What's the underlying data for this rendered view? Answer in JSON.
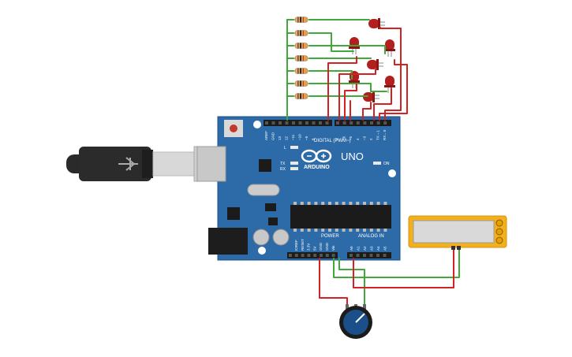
{
  "board": {
    "header_labels": {
      "aref": "AREF",
      "gnd": "GND",
      "p13": "13",
      "p12": "12",
      "p11": "~11",
      "p10": "~10",
      "p9": "~9",
      "p8": "8",
      "p7": "7",
      "p6": "~6",
      "p5": "~5",
      "p4": "4",
      "p3": "~3",
      "p2": "2",
      "p1": "TX→1",
      "p0": "RX←0"
    },
    "digital_label": "DIGITAL (PWM~)",
    "brand": "ARDUINO",
    "model": "UNO",
    "led_l": "L",
    "led_tx": "TX",
    "led_rx": "RX",
    "led_on": "ON",
    "power_label": "POWER",
    "analog_label": "ANALOG IN",
    "power_pins": {
      "ioref": "IOREF",
      "reset": "RESET",
      "v33": "3.3V",
      "v5": "5V",
      "gnd1": "GND",
      "gnd2": "GND",
      "vin": "Vin"
    },
    "analog_pins": {
      "a0": "A0",
      "a1": "A1",
      "a2": "A2",
      "a3": "A3",
      "a4": "A4",
      "a5": "A5"
    }
  },
  "colors": {
    "board": "#2d6ba8",
    "board_dark": "#1f4f80",
    "wire_green": "#3fa93a",
    "wire_red": "#d42222",
    "led": "#b31f1f",
    "lcd_frame": "#f2b01e",
    "knob": "#1b4f8a"
  },
  "components": {
    "resistor_count": 7,
    "led_count": 7
  }
}
